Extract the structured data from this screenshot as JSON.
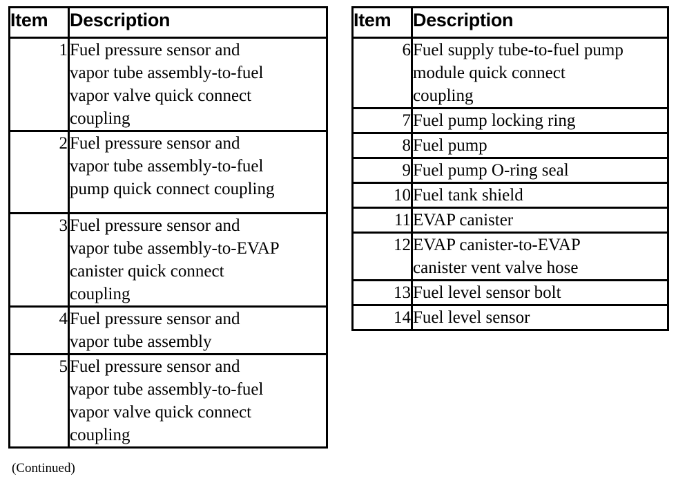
{
  "document": {
    "continued_note": "(Continued)"
  },
  "tables": [
    {
      "id": "left",
      "headers": {
        "item": "Item",
        "description": "Description"
      },
      "rows": [
        {
          "item": "1",
          "description": "Fuel pressure sensor and vapor tube assembly-to-fuel vapor valve quick connect coupling",
          "lines": [
            "Fuel pressure sensor and",
            "vapor tube assembly-to-fuel",
            "vapor valve quick connect",
            "coupling"
          ]
        },
        {
          "item": "2",
          "description": "Fuel pressure sensor and vapor tube assembly-to-fuel pump quick connect coupling",
          "lines": [
            "Fuel pressure sensor and",
            "vapor tube assembly-to-fuel",
            "pump quick connect coupling"
          ]
        },
        {
          "item": "3",
          "description": "Fuel pressure sensor and vapor tube assembly-to-EVAP canister quick connect coupling",
          "lines": [
            "Fuel pressure sensor and",
            "vapor tube assembly-to-EVAP",
            "canister quick connect",
            "coupling"
          ]
        },
        {
          "item": "4",
          "description": "Fuel pressure sensor and vapor tube assembly",
          "lines": [
            "Fuel pressure sensor and",
            "vapor tube assembly"
          ]
        },
        {
          "item": "5",
          "description": "Fuel pressure sensor and vapor tube assembly-to-fuel vapor valve quick connect coupling",
          "lines": [
            "Fuel pressure sensor and",
            "vapor tube assembly-to-fuel",
            "vapor valve quick connect",
            "coupling"
          ]
        }
      ]
    },
    {
      "id": "right",
      "headers": {
        "item": "Item",
        "description": "Description"
      },
      "rows": [
        {
          "item": "6",
          "description": "Fuel supply tube-to-fuel pump module quick connect coupling",
          "lines": [
            "Fuel supply tube-to-fuel pump",
            "module quick connect",
            "coupling"
          ]
        },
        {
          "item": "7",
          "description": "Fuel pump locking ring",
          "lines": [
            "Fuel pump locking ring"
          ]
        },
        {
          "item": "8",
          "description": "Fuel pump",
          "lines": [
            "Fuel pump"
          ]
        },
        {
          "item": "9",
          "description": "Fuel pump O-ring seal",
          "lines": [
            "Fuel pump O-ring seal"
          ]
        },
        {
          "item": "10",
          "description": "Fuel tank shield",
          "lines": [
            "Fuel tank shield"
          ]
        },
        {
          "item": "11",
          "description": "EVAP canister",
          "lines": [
            "EVAP canister"
          ]
        },
        {
          "item": "12",
          "description": "EVAP canister-to-EVAP canister vent valve hose",
          "lines": [
            "EVAP canister-to-EVAP",
            "canister vent valve hose"
          ]
        },
        {
          "item": "13",
          "description": "Fuel level sensor bolt",
          "lines": [
            "Fuel level sensor bolt"
          ]
        },
        {
          "item": "14",
          "description": "Fuel level sensor",
          "lines": [
            "Fuel level sensor"
          ]
        }
      ]
    }
  ],
  "colors": {
    "background": "#ffffff",
    "text": "#000000",
    "border": "#000000"
  }
}
